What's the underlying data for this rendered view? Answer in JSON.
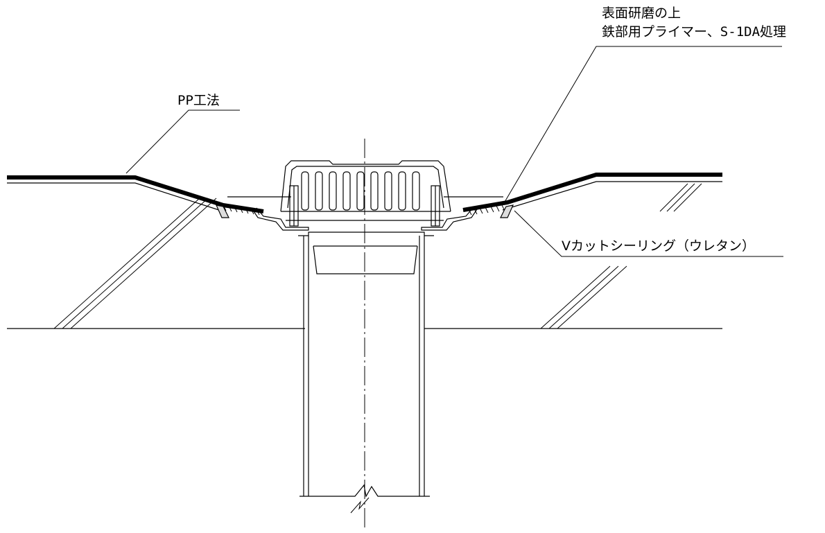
{
  "labels": {
    "pp_method": "PP工法",
    "surface_line1": "表面研磨の上",
    "surface_line2": "鉄部用プライマー、S-1DA処理",
    "v_cut": "Vカットシーリング（ウレタン）"
  },
  "colors": {
    "line": "#000000",
    "background": "#ffffff"
  }
}
